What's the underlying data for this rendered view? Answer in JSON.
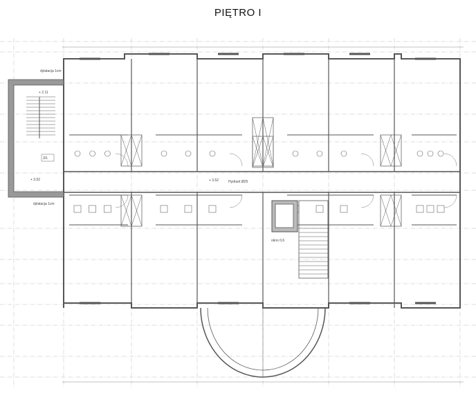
{
  "title": "PIĘTRO I",
  "labels": {
    "dilatation_top": "dylatacja 1cm",
    "dilatation_bottom": "dylatacja 1cm",
    "stair_level": "+ 3.52",
    "stair_level_top": "+ 2.11",
    "stair_room": "3/1",
    "corridor_level": "+ 3.52",
    "hydrant": "Hydrant Ø25",
    "lift_note": "okno 0,6"
  },
  "colors": {
    "line": "#555555",
    "grid": "#bbbbbb",
    "wall_fill": "#999999"
  }
}
